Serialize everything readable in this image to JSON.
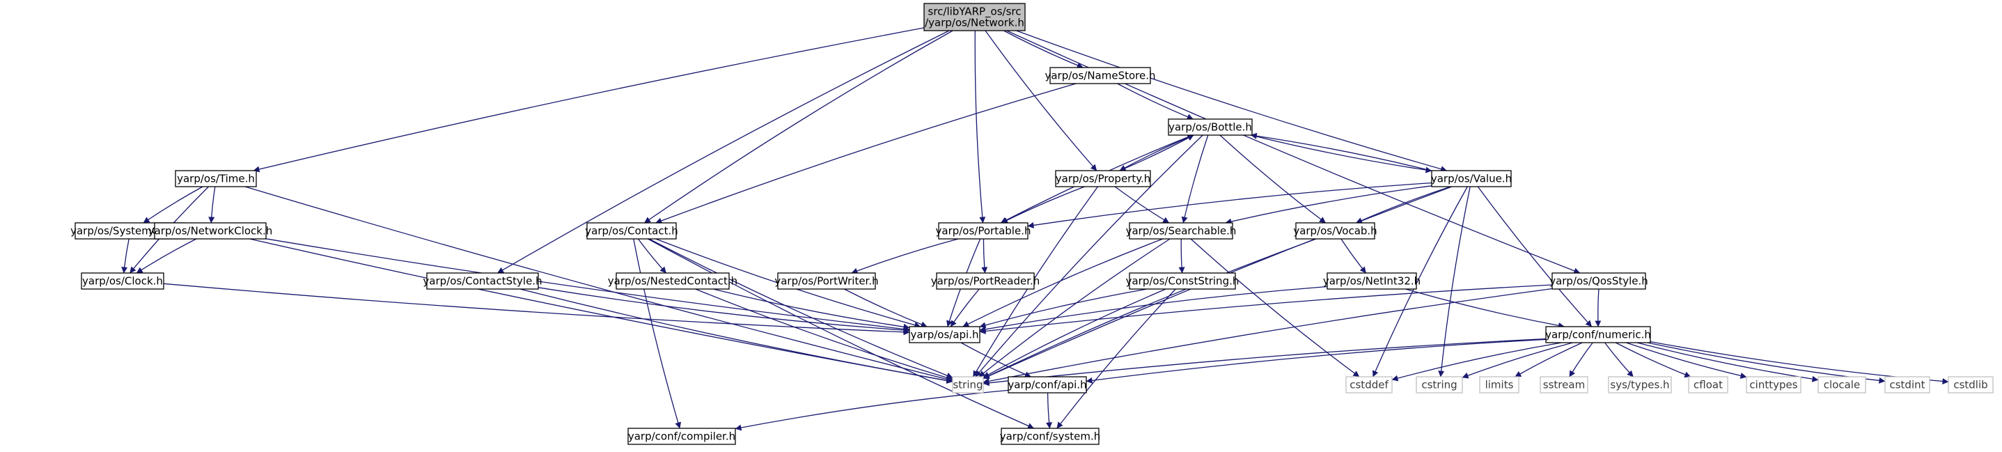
{
  "colors": {
    "edge": "#191970",
    "root_fill": "#bfbfbf",
    "node_border": "#000000",
    "external_border": "#bfbfbf",
    "external_text": "#3c3c3c",
    "background": "#ffffff"
  },
  "nodes": [
    {
      "id": "root",
      "lines": [
        "src/libYARP_os/src",
        "/yarp/os/Network.h"
      ],
      "kind": "root"
    },
    {
      "id": "time",
      "lines": [
        "yarp/os/Time.h"
      ],
      "kind": "normal"
    },
    {
      "id": "contactstyle",
      "lines": [
        "yarp/os/ContactStyle.h"
      ],
      "kind": "normal"
    },
    {
      "id": "contact",
      "lines": [
        "yarp/os/Contact.h"
      ],
      "kind": "normal"
    },
    {
      "id": "portable",
      "lines": [
        "yarp/os/Portable.h"
      ],
      "kind": "normal"
    },
    {
      "id": "namestore",
      "lines": [
        "yarp/os/NameStore.h"
      ],
      "kind": "normal"
    },
    {
      "id": "property",
      "lines": [
        "yarp/os/Property.h"
      ],
      "kind": "normal"
    },
    {
      "id": "bottle",
      "lines": [
        "yarp/os/Bottle.h"
      ],
      "kind": "normal"
    },
    {
      "id": "value",
      "lines": [
        "yarp/os/Value.h"
      ],
      "kind": "normal"
    },
    {
      "id": "qosstyle",
      "lines": [
        "yarp/os/QosStyle.h"
      ],
      "kind": "normal"
    },
    {
      "id": "systemclock",
      "lines": [
        "yarp/os/SystemClock.h"
      ],
      "kind": "normal"
    },
    {
      "id": "networkclock",
      "lines": [
        "yarp/os/NetworkClock.h"
      ],
      "kind": "normal"
    },
    {
      "id": "clock",
      "lines": [
        "yarp/os/Clock.h"
      ],
      "kind": "normal"
    },
    {
      "id": "nestedcontact",
      "lines": [
        "yarp/os/NestedContact.h"
      ],
      "kind": "normal"
    },
    {
      "id": "searchable",
      "lines": [
        "yarp/os/Searchable.h"
      ],
      "kind": "normal"
    },
    {
      "id": "vocab",
      "lines": [
        "yarp/os/Vocab.h"
      ],
      "kind": "normal"
    },
    {
      "id": "portwriter",
      "lines": [
        "yarp/os/PortWriter.h"
      ],
      "kind": "normal"
    },
    {
      "id": "portreader",
      "lines": [
        "yarp/os/PortReader.h"
      ],
      "kind": "normal"
    },
    {
      "id": "conststring",
      "lines": [
        "yarp/os/ConstString.h"
      ],
      "kind": "normal"
    },
    {
      "id": "netint32",
      "lines": [
        "yarp/os/NetInt32.h"
      ],
      "kind": "normal"
    },
    {
      "id": "osapi",
      "lines": [
        "yarp/os/api.h"
      ],
      "kind": "normal"
    },
    {
      "id": "numeric",
      "lines": [
        "yarp/conf/numeric.h"
      ],
      "kind": "normal"
    },
    {
      "id": "string",
      "lines": [
        "string"
      ],
      "kind": "external"
    },
    {
      "id": "confapi",
      "lines": [
        "yarp/conf/api.h"
      ],
      "kind": "normal"
    },
    {
      "id": "compiler",
      "lines": [
        "yarp/conf/compiler.h"
      ],
      "kind": "normal"
    },
    {
      "id": "system",
      "lines": [
        "yarp/conf/system.h"
      ],
      "kind": "normal"
    },
    {
      "id": "cstddef",
      "lines": [
        "cstddef"
      ],
      "kind": "external"
    },
    {
      "id": "cstring",
      "lines": [
        "cstring"
      ],
      "kind": "external"
    },
    {
      "id": "limits",
      "lines": [
        "limits"
      ],
      "kind": "external"
    },
    {
      "id": "sstream",
      "lines": [
        "sstream"
      ],
      "kind": "external"
    },
    {
      "id": "systypes",
      "lines": [
        "sys/types.h"
      ],
      "kind": "external"
    },
    {
      "id": "cfloat",
      "lines": [
        "cfloat"
      ],
      "kind": "external"
    },
    {
      "id": "cinttypes",
      "lines": [
        "cinttypes"
      ],
      "kind": "external"
    },
    {
      "id": "clocale",
      "lines": [
        "clocale"
      ],
      "kind": "external"
    },
    {
      "id": "cstdint",
      "lines": [
        "cstdint"
      ],
      "kind": "external"
    },
    {
      "id": "cstdlib",
      "lines": [
        "cstdlib"
      ],
      "kind": "external"
    }
  ],
  "edges": [
    [
      "root",
      "time"
    ],
    [
      "root",
      "contactstyle"
    ],
    [
      "root",
      "contact"
    ],
    [
      "root",
      "portable"
    ],
    [
      "root",
      "namestore"
    ],
    [
      "root",
      "property"
    ],
    [
      "root",
      "value"
    ],
    [
      "root",
      "qosstyle"
    ],
    [
      "time",
      "systemclock"
    ],
    [
      "time",
      "networkclock"
    ],
    [
      "time",
      "clock"
    ],
    [
      "time",
      "string"
    ],
    [
      "systemclock",
      "clock"
    ],
    [
      "networkclock",
      "clock"
    ],
    [
      "networkclock",
      "osapi"
    ],
    [
      "networkclock",
      "string"
    ],
    [
      "clock",
      "osapi"
    ],
    [
      "contactstyle",
      "osapi"
    ],
    [
      "contactstyle",
      "string"
    ],
    [
      "contact",
      "nestedcontact"
    ],
    [
      "contact",
      "osapi"
    ],
    [
      "contact",
      "string"
    ],
    [
      "contact",
      "compiler"
    ],
    [
      "contact",
      "system"
    ],
    [
      "nestedcontact",
      "osapi"
    ],
    [
      "nestedcontact",
      "string"
    ],
    [
      "namestore",
      "contact"
    ],
    [
      "namestore",
      "bottle"
    ],
    [
      "bottle",
      "property"
    ],
    [
      "bottle",
      "value"
    ],
    [
      "bottle",
      "portable"
    ],
    [
      "bottle",
      "searchable"
    ],
    [
      "bottle",
      "vocab"
    ],
    [
      "bottle",
      "string"
    ],
    [
      "property",
      "bottle"
    ],
    [
      "property",
      "portable"
    ],
    [
      "property",
      "searchable"
    ],
    [
      "property",
      "string"
    ],
    [
      "value",
      "bottle"
    ],
    [
      "value",
      "portable"
    ],
    [
      "value",
      "searchable"
    ],
    [
      "value",
      "vocab"
    ],
    [
      "value",
      "numeric"
    ],
    [
      "value",
      "string"
    ],
    [
      "value",
      "cstddef"
    ],
    [
      "value",
      "cstring"
    ],
    [
      "portable",
      "portwriter"
    ],
    [
      "portable",
      "portreader"
    ],
    [
      "portable",
      "osapi"
    ],
    [
      "portwriter",
      "osapi"
    ],
    [
      "portreader",
      "osapi"
    ],
    [
      "searchable",
      "conststring"
    ],
    [
      "searchable",
      "osapi"
    ],
    [
      "searchable",
      "string"
    ],
    [
      "searchable",
      "cstddef"
    ],
    [
      "conststring",
      "osapi"
    ],
    [
      "conststring",
      "string"
    ],
    [
      "conststring",
      "system"
    ],
    [
      "vocab",
      "netint32"
    ],
    [
      "vocab",
      "string"
    ],
    [
      "netint32",
      "osapi"
    ],
    [
      "netint32",
      "numeric"
    ],
    [
      "qosstyle",
      "osapi"
    ],
    [
      "qosstyle",
      "numeric"
    ],
    [
      "qosstyle",
      "string"
    ],
    [
      "osapi",
      "confapi"
    ],
    [
      "confapi",
      "compiler"
    ],
    [
      "confapi",
      "system"
    ],
    [
      "numeric",
      "confapi"
    ],
    [
      "numeric",
      "string"
    ],
    [
      "numeric",
      "cstddef"
    ],
    [
      "numeric",
      "cstring"
    ],
    [
      "numeric",
      "limits"
    ],
    [
      "numeric",
      "sstream"
    ],
    [
      "numeric",
      "systypes"
    ],
    [
      "numeric",
      "cfloat"
    ],
    [
      "numeric",
      "cinttypes"
    ],
    [
      "numeric",
      "clocale"
    ],
    [
      "numeric",
      "cstdint"
    ],
    [
      "numeric",
      "cstdlib"
    ]
  ]
}
